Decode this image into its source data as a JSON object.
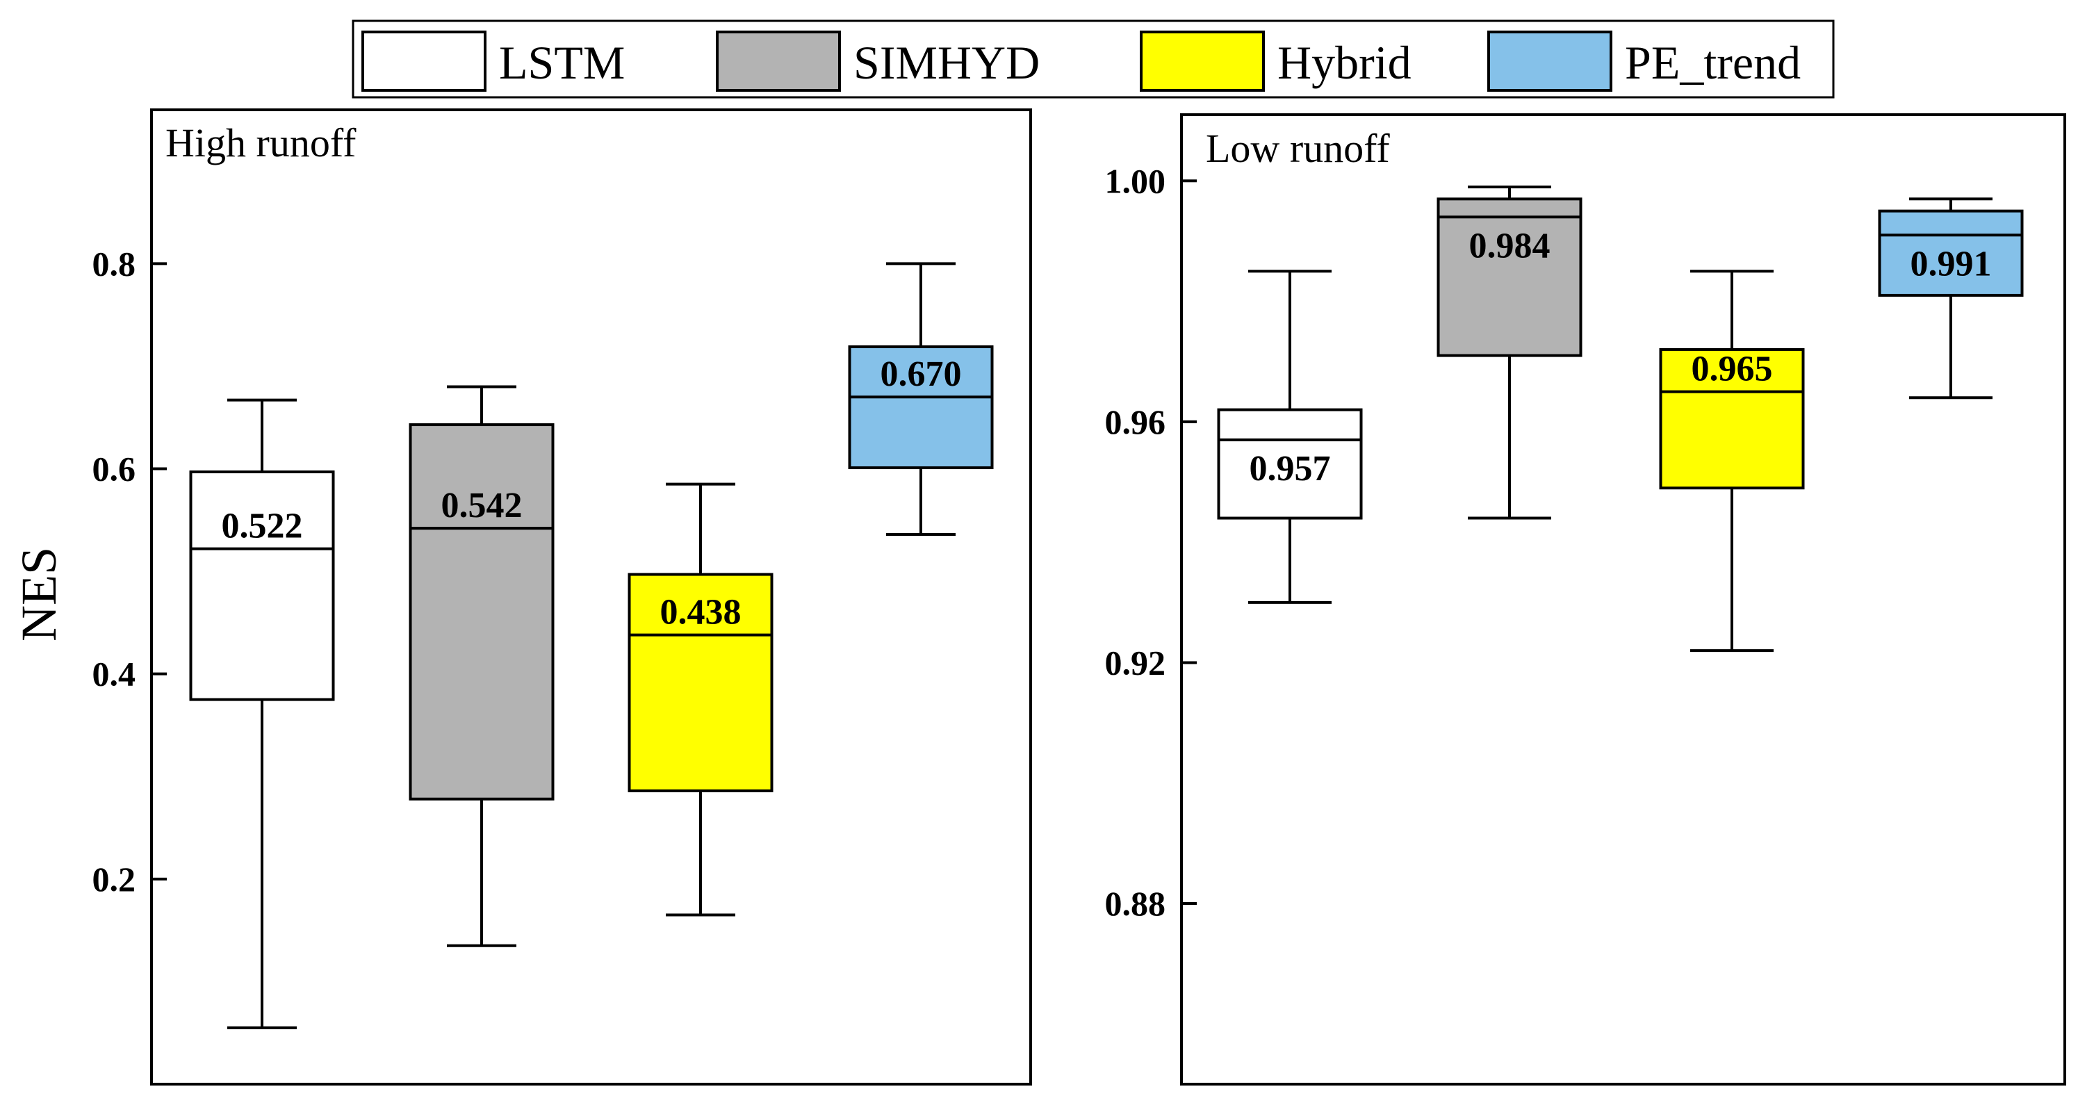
{
  "legend": [
    {
      "label": "LSTM",
      "color": "#ffffff"
    },
    {
      "label": "SIMHYD",
      "color": "#b3b3b3"
    },
    {
      "label": "Hybrid",
      "color": "#ffff00"
    },
    {
      "label": "PE_trend",
      "color": "#85c1e9"
    }
  ],
  "ylabel": "NES",
  "chart_data": [
    {
      "type": "box",
      "title": "High runoff",
      "ylim": [
        0.0,
        0.95
      ],
      "yticks": [
        0.2,
        0.4,
        0.6,
        0.8
      ],
      "ytick_labels": [
        "0.2",
        "0.4",
        "0.6",
        "0.8"
      ],
      "series": [
        {
          "name": "LSTM",
          "whisker_low": 0.055,
          "q1": 0.375,
          "median": 0.522,
          "q3": 0.597,
          "whisker_high": 0.667,
          "median_label": "0.522"
        },
        {
          "name": "SIMHYD",
          "whisker_low": 0.135,
          "q1": 0.278,
          "median": 0.542,
          "q3": 0.643,
          "whisker_high": 0.68,
          "median_label": "0.542"
        },
        {
          "name": "Hybrid",
          "whisker_low": 0.165,
          "q1": 0.286,
          "median": 0.438,
          "q3": 0.497,
          "whisker_high": 0.585,
          "median_label": "0.438"
        },
        {
          "name": "PE_trend",
          "whisker_low": 0.536,
          "q1": 0.601,
          "median": 0.67,
          "q3": 0.719,
          "whisker_high": 0.8,
          "median_label": "0.670"
        }
      ]
    },
    {
      "type": "box",
      "title": "Low runoff",
      "ylim": [
        0.85,
        1.011
      ],
      "yticks": [
        0.88,
        0.92,
        0.96,
        1.0
      ],
      "ytick_labels": [
        "0.88",
        "0.92",
        "0.96",
        "1.00"
      ],
      "series": [
        {
          "name": "LSTM",
          "whisker_low": 0.93,
          "q1": 0.944,
          "median": 0.957,
          "q3": 0.962,
          "whisker_high": 0.985,
          "median_label": "0.957"
        },
        {
          "name": "SIMHYD",
          "whisker_low": 0.944,
          "q1": 0.971,
          "median": 0.994,
          "q3": 0.997,
          "whisker_high": 0.999,
          "median_label": "0.984"
        },
        {
          "name": "Hybrid",
          "whisker_low": 0.922,
          "q1": 0.949,
          "median": 0.965,
          "q3": 0.972,
          "whisker_high": 0.985,
          "median_label": "0.965"
        },
        {
          "name": "PE_trend",
          "whisker_low": 0.964,
          "q1": 0.981,
          "median": 0.991,
          "q3": 0.995,
          "whisker_high": 0.997,
          "median_label": "0.991"
        }
      ]
    }
  ]
}
